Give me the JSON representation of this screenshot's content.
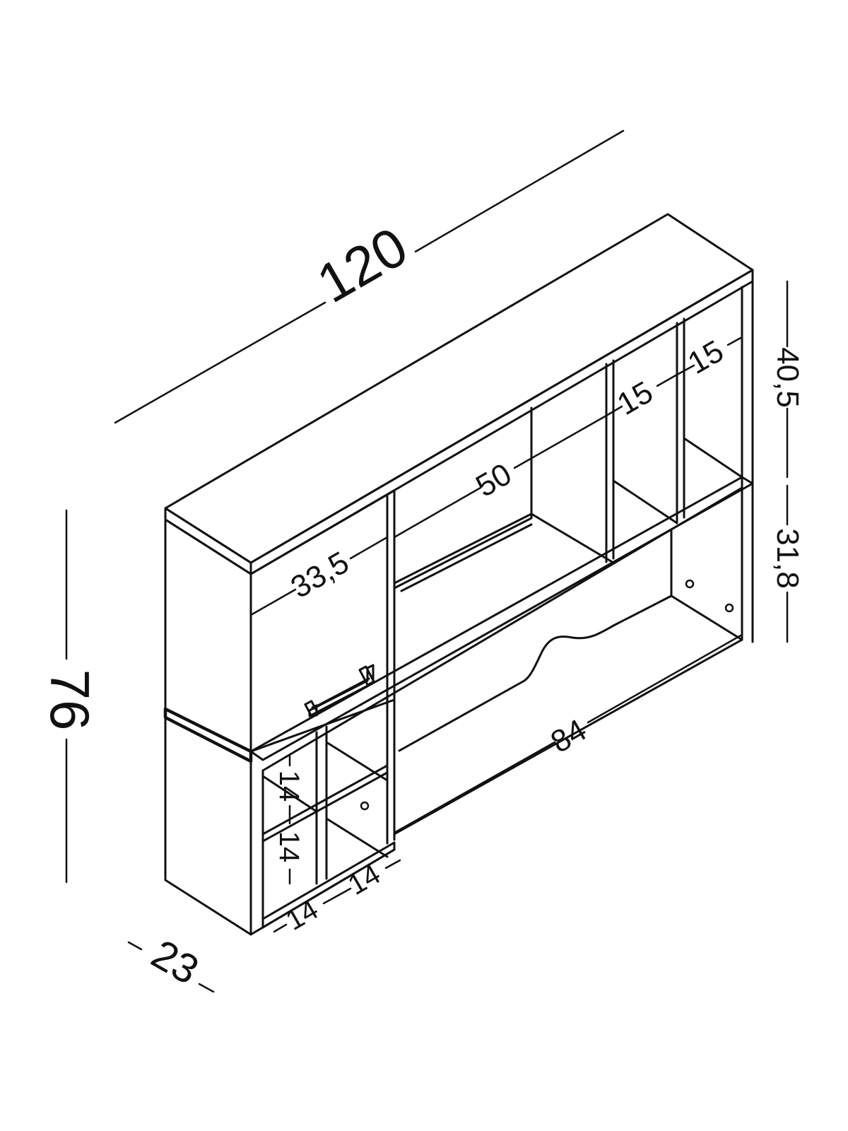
{
  "dimensions": {
    "total_width": "120",
    "total_height": "76",
    "depth": "23",
    "upper_height": "40,5",
    "lower_height": "31,8",
    "door_width": "33,5",
    "middle_opening": "50",
    "right_compartment_1": "15",
    "right_compartment_2": "15",
    "desk_opening": "84",
    "cube_height_top": "14",
    "cube_height_bottom": "14",
    "cube_width_left": "14",
    "cube_width_right": "14"
  },
  "colors": {
    "line": "#111111",
    "background": "#ffffff"
  }
}
